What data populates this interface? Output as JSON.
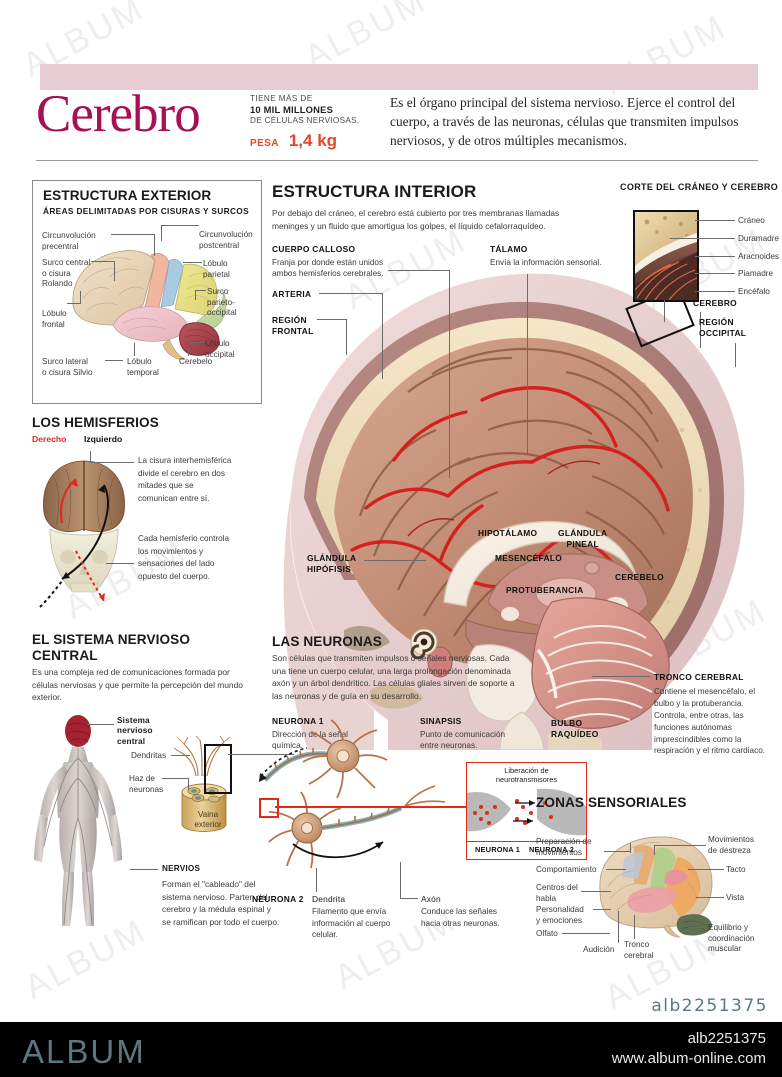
{
  "header": {
    "title": "Cerebro",
    "kpi_line1": "TIENE MÁS DE",
    "kpi_line2": "10 MIL MILLONES",
    "kpi_line3": "DE CÉLULAS NERVIOSAS.",
    "kpi_weight_label": "PESA",
    "kpi_weight_value": "1,4 kg",
    "intro": "Es el órgano principal del sistema nervioso. Ejerce el control del cuerpo, a través de las neuronas, células que transmiten impulsos nerviosos, y de otros múltiples mecanismos.",
    "accent_color": "#a81055",
    "accent_orange": "#e0482a",
    "band_color": "#e7ccd4"
  },
  "exterior": {
    "title": "ESTRUCTURA EXTERIOR",
    "subtitle": "ÁREAS DELIMITADAS POR CISURAS Y SURCOS",
    "labels": {
      "precentral": "Circunvolución\nprecentral",
      "surco_central": "Surco central\no cisura\nRolando",
      "lobulo_frontal": "Lóbulo\nfrontal",
      "surco_lateral": "Surco lateral\no cisura Silvio",
      "lobulo_temporal": "Lóbulo\ntemporal",
      "cerebelo": "Cerebelo",
      "postcentral": "Circunvolución\npostcentral",
      "lobulo_parietal": "Lóbulo\nparietal",
      "surco_parieto": "Surco\nparieto-\noccipital",
      "lobulo_occipital": "Lóbulo\noccipital"
    }
  },
  "hemisferios": {
    "title": "LOS HEMISFERIOS",
    "right_label": "Derecho",
    "left_label": "Izquierdo",
    "right_color": "#e0281e",
    "left_color": "#111111",
    "text1": "La cisura interhemisférica divide el cerebro en dos mitades que se comunican entre sí.",
    "text2": "Cada hemisferio controla los movimientos y sensaciones del lado opuesto del cuerpo."
  },
  "sistema_nervioso": {
    "title": "EL SISTEMA NERVIOSO CENTRAL",
    "text": "Es una compleja red de comunicaciones formada por células nerviosas y que permite la percepción del mundo exterior.",
    "label_snc": "Sistema\nnervioso\ncentral",
    "label_dendritas": "Dendritas",
    "label_haz": "Haz de\nneuronas",
    "label_vaina": "Vaina\nexterior",
    "nervios_title": "NERVIOS",
    "nervios_text": "Forman el \"cableado\" del sistema nervioso. Parten del cerebro y la médula espinal y se ramifican por todo el cuerpo."
  },
  "interior": {
    "title": "ESTRUCTURA INTERIOR",
    "text": "Por debajo del cráneo, el cerebro está cubierto por tres membranas llamadas meninges y un fluido que amortigua los golpes, el líquido cefalorraquídeo.",
    "cuerpo_calloso_title": "CUERPO CALLOSO",
    "cuerpo_calloso_text": "Franja por donde están unidos ambos hemisferios cerebrales.",
    "arteria": "ARTERIA",
    "region_frontal": "REGIÓN\nFRONTAL",
    "talamo_title": "TÁLAMO",
    "talamo_text": "Envía la información sensorial.",
    "cerebro": "CEREBRO",
    "region_occipital": "REGIÓN\nOCCIPITAL",
    "hipotalamo": "HIPOTÁLAMO",
    "glandula_pineal": "GLÁNDULA\nPINEAL",
    "mesencefalo": "MESENCÉFALO",
    "protuberancia": "PROTUBERANCIA",
    "cerebelo": "CEREBELO",
    "glandula_hipofisis": "GLÁNDULA\nHIPÓFISIS",
    "bulbo": "BULBO\nRAQUÍDEO",
    "tronco_title": "TRONCO CEREBRAL",
    "tronco_text": "Contiene el mesencéfalo, el bulbo y la protuberancia. Controla, entre otras, las funciones autónomas imprescindibles como la respiración y el ritmo cardiaco."
  },
  "corte": {
    "title": "CORTE DEL CRÁNEO Y CEREBRO",
    "layers": [
      "Cráneo",
      "Duramadre",
      "Aracnoides",
      "Piamadre",
      "Encéfalo"
    ]
  },
  "neuronas": {
    "title": "LAS NEURONAS",
    "text": "Son células que transmiten impulsos o señales nerviosas. Cada una tiene un cuerpo celular, una larga prolongación denominada axón y un árbol dendrítico. Las células gliales sirven de soporte a las neuronas y de guía en su desarrollo.",
    "neurona1_title": "NEURONA 1",
    "neurona1_text": "Dirección de la señal química.",
    "sinapsis_title": "SINAPSIS",
    "sinapsis_text": "Punto de comunicación entre neuronas.",
    "liberacion": "Liberación de\nneurotransmisores",
    "tag1": "NEURONA 1",
    "tag2": "NEURONA 2",
    "neurona2_title": "NEURONA 2",
    "dendrita_title": "Dendrita",
    "dendrita_text": "Filamento que envía información al cuerpo celular.",
    "axon_title": "Axón",
    "axon_text": "Conduce las señales hacia otras neuronas.",
    "accent_red": "#e02b19"
  },
  "zonas": {
    "title": "ZONAS SENSORIALES",
    "left_labels": [
      "Preparación de\nmovimientos",
      "Comportamiento",
      "Centros del\nhabla",
      "Personalidad\ny emociones",
      "Olfato"
    ],
    "bottom_labels": [
      "Audición",
      "Tronco\ncerebral"
    ],
    "right_labels": [
      "Movimientos\nde destreza",
      "Tacto",
      "Vista",
      "Equilibrio y\ncoordinación\nmuscular"
    ]
  },
  "footer": {
    "asset_id_top": "alb2251375",
    "brand": "ALBUM",
    "asset_id": "alb2251375",
    "website": "www.album-online.com",
    "brand_color": "#5d7780"
  },
  "watermarks": [
    "ALBUM",
    "ALBUM",
    "ALBUM",
    "ALBUM",
    "ALBUM",
    "ALBUM",
    "ALBUM",
    "ALBUM",
    "ALBUM",
    "ALBUM",
    "ALBUM",
    "ALBUM"
  ]
}
